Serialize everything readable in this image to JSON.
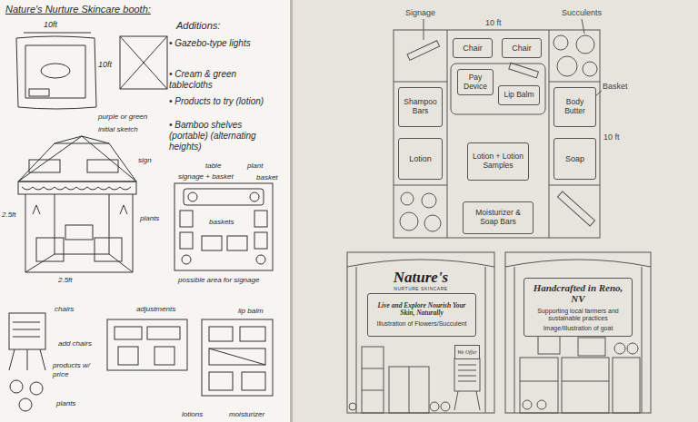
{
  "diagram": {
    "title": "Nature's Nurture Skincare booth:",
    "nodes": [
      {
        "text": [
          "Chair"
        ]
      },
      {
        "text": [
          "Chair"
        ]
      },
      {
        "text": [
          "Pay Device"
        ]
      },
      {
        "text": [
          "Lip Balm"
        ]
      },
      {
        "text": [
          "Shampoo Bars"
        ]
      },
      {
        "text": [
          "Body Butter"
        ]
      },
      {
        "text": [
          "Lotion"
        ]
      },
      {
        "text": [
          "Lotion + Lotion Samples"
        ]
      },
      {
        "text": [
          "Soap"
        ]
      },
      {
        "text": [
          "Moisturizer & Soap Bars"
        ]
      },
      {
        "text": [
          "Live and Explore Nourish Your Skin, Naturally",
          "Illustration of Flowers/Succulent"
        ]
      },
      {
        "text": [
          "We Offer"
        ]
      },
      {
        "text": [
          "Handcrafted in Reno, NV",
          "Supporting local farmers and sustainable practices",
          "Image/Illustration of goat"
        ]
      }
    ],
    "labels": [
      "10ft",
      "10ft",
      "Additions:",
      "• Gazebo-type lights",
      "• Cream & green tablecloths",
      "• Products to try (lotion)",
      "• Bamboo shelves (portable) (alternating heights)",
      "initial sketch",
      "purple or green",
      "sign",
      "2.5ft",
      "2.5ft",
      "table",
      "signage + basket",
      "plant",
      "basket",
      "baskets",
      "plants",
      "possible area for signage",
      "chairs",
      "add chairs",
      "products w/ price",
      "plants",
      "adjustments",
      "lotions",
      "lip balm",
      "moisturizer",
      "Signage",
      "10 ft",
      "Succulents",
      "Basket",
      "10 ft",
      "Nature's",
      "NURTURE SKINCARE"
    ]
  }
}
